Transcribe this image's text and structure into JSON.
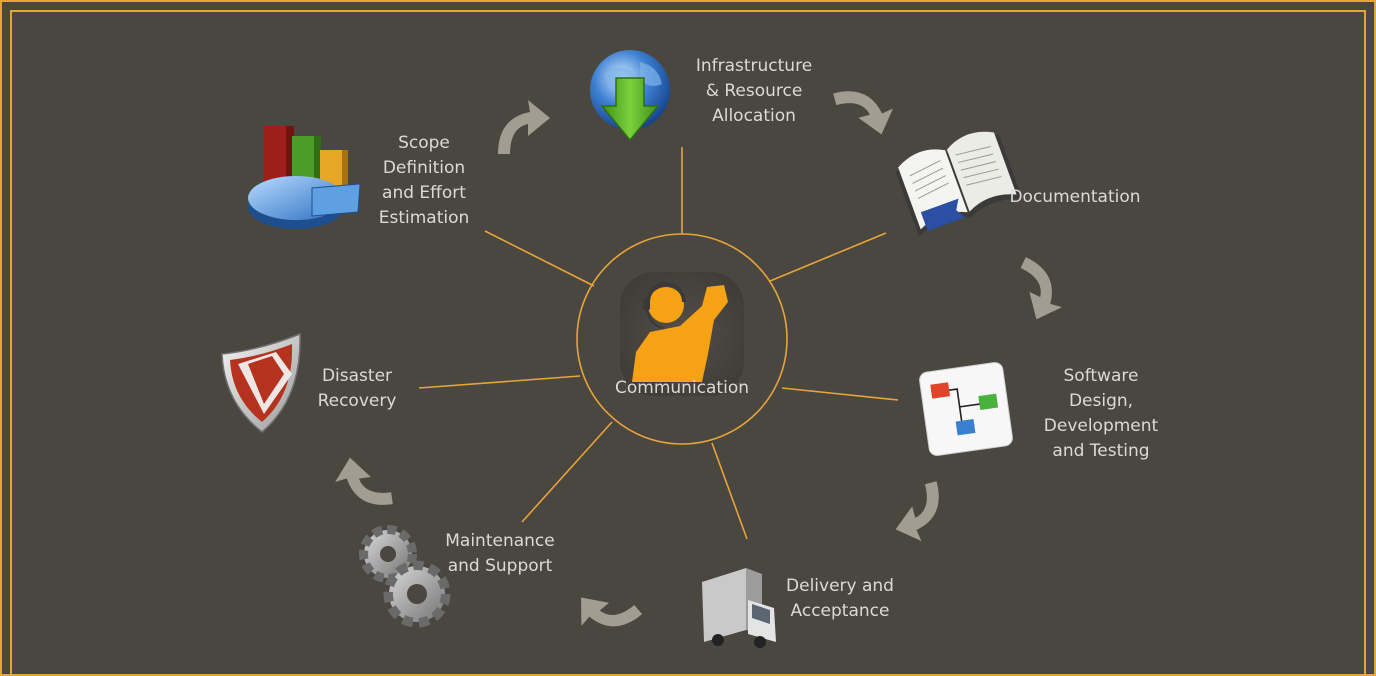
{
  "hub": {
    "label": "Communication"
  },
  "stages": [
    {
      "id": "infrastructure",
      "label": "Infrastructure\n& Resource\nAllocation",
      "icon": "globe-download-icon"
    },
    {
      "id": "documentation",
      "label": "Documentation",
      "icon": "open-book-icon"
    },
    {
      "id": "software",
      "label": "Software\nDesign,\nDevelopment\nand Testing",
      "icon": "flowchart-icon"
    },
    {
      "id": "delivery",
      "label": "Delivery and\nAcceptance",
      "icon": "delivery-truck-icon"
    },
    {
      "id": "maintenance",
      "label": "Maintenance\nand Support",
      "icon": "gears-icon"
    },
    {
      "id": "disaster",
      "label": "Disaster\nRecovery",
      "icon": "shield-icon"
    },
    {
      "id": "scope",
      "label": "Scope\nDefinition\nand Effort\nEstimation",
      "icon": "pie-bar-chart-icon"
    }
  ],
  "colors": {
    "background": "#4a4640",
    "accent": "#e7a43a",
    "arrow": "#a39c90",
    "text": "#dcdad4"
  }
}
